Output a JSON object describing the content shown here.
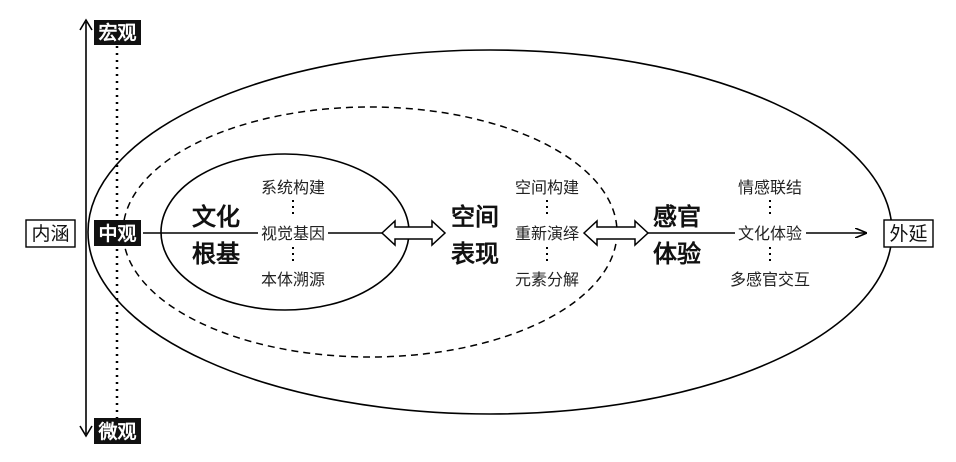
{
  "axis": {
    "top": "宏观",
    "middle": "中观",
    "bottom": "微观",
    "left": "内涵",
    "right": "外延"
  },
  "layers": [
    {
      "title": [
        "文化",
        "根基"
      ],
      "items": [
        "系统构建",
        "视觉基因",
        "本体溯源"
      ]
    },
    {
      "title": [
        "空间",
        "表现"
      ],
      "items": [
        "空间构建",
        "重新演绎",
        "元素分解"
      ]
    },
    {
      "title": [
        "感官",
        "体验"
      ],
      "items": [
        "情感联结",
        "文化体验",
        "多感官交互"
      ]
    }
  ]
}
